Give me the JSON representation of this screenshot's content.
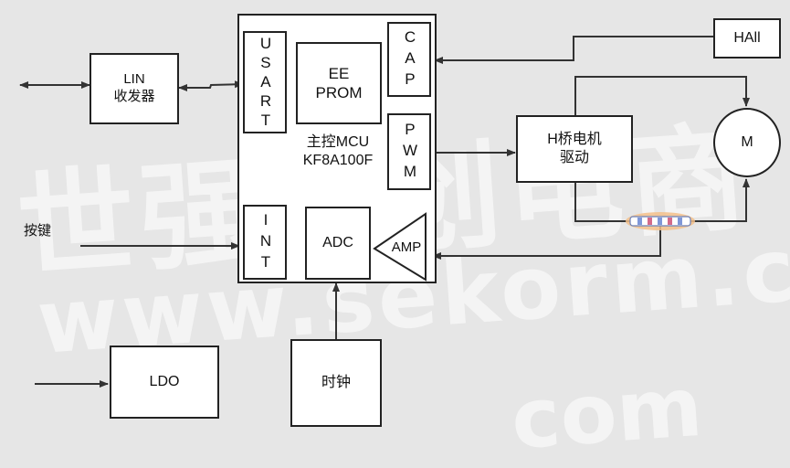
{
  "watermark": {
    "line1": "世强硬创电商",
    "line2": "www.sekorm.com",
    "line3": "com"
  },
  "blocks": {
    "lin": {
      "line1": "LIN",
      "line2": "收发器"
    },
    "usart": "USART",
    "eeprom": {
      "line1": "EE",
      "line2": "PROM"
    },
    "cap": "CAP",
    "pwm": "PWM",
    "mcu": {
      "line1": "主控MCU",
      "line2": "KF8A100F"
    },
    "int": "INT",
    "adc": "ADC",
    "amp": "AMP",
    "hall": "HAll",
    "hbridge": {
      "line1": "H桥电机",
      "line2": "驱动"
    },
    "motor": "M",
    "ldo": "LDO",
    "clock": "时钟",
    "key": "按键"
  },
  "colors": {
    "background": "#e6e6e6",
    "line": "#333333",
    "box_border": "#222222",
    "shunt": "#f3c08a"
  }
}
